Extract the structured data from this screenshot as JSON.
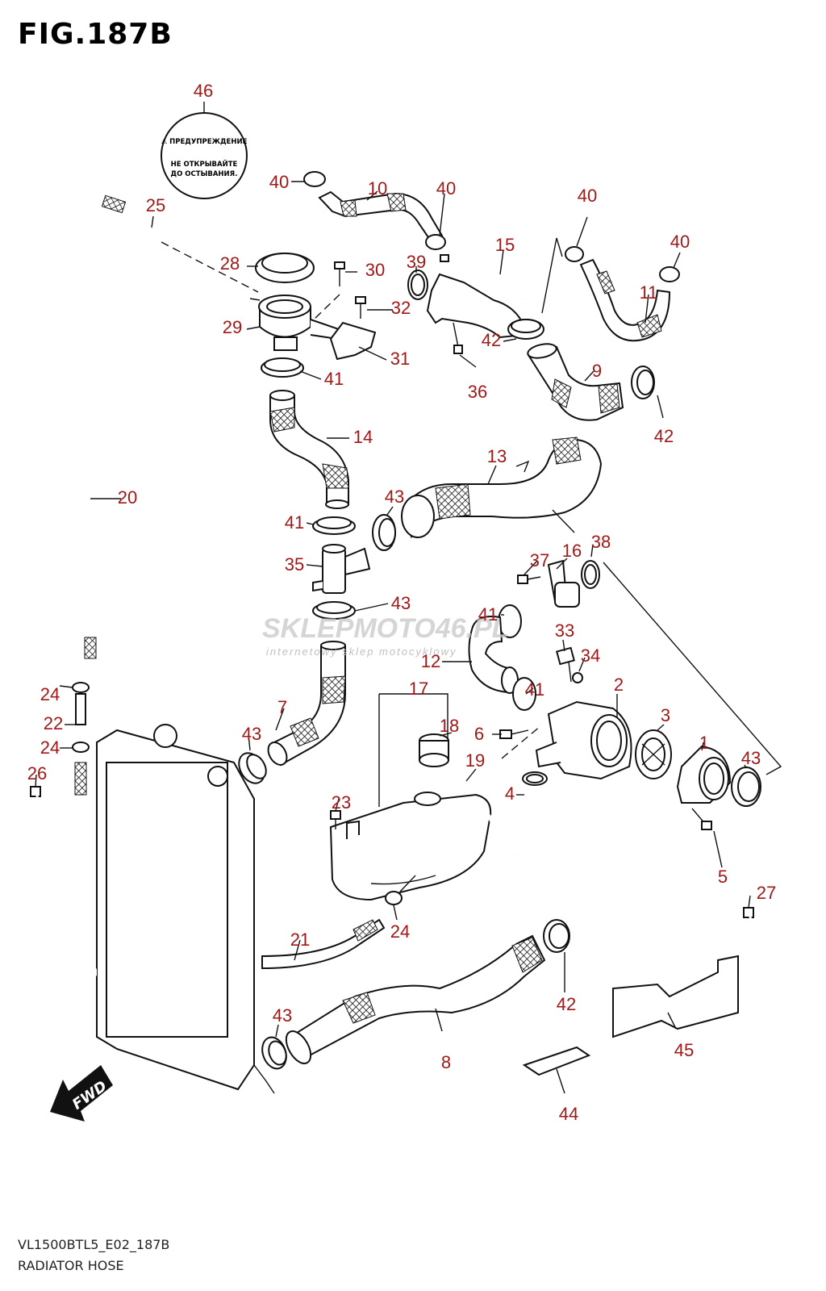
{
  "figure": {
    "title": "FIG.187B",
    "code": "VL1500BTL5_E02_187B",
    "name": "RADIATOR HOSE"
  },
  "warning_label": {
    "line1": "⚠ ПРЕДУПРЕЖДЕНИЕ",
    "line2": "НЕ ОТКРЫВАЙТЕ",
    "line3": "ДО ОСТЫВАНИЯ."
  },
  "watermark": {
    "brand": "SKLEPMOTO46.PL",
    "tagline": "internetowy sklep motocyklowy"
  },
  "fwd_label": "FWD",
  "part_labels": [
    "46",
    "25",
    "28",
    "30",
    "29",
    "32",
    "31",
    "41",
    "14",
    "20",
    "40",
    "10",
    "40",
    "39",
    "15",
    "42",
    "36",
    "40",
    "11",
    "40",
    "9",
    "42",
    "13",
    "43",
    "41",
    "35",
    "43",
    "38",
    "16",
    "37",
    "41",
    "33",
    "34",
    "12",
    "41",
    "17",
    "18",
    "6",
    "19",
    "2",
    "3",
    "1",
    "43",
    "4",
    "23",
    "5",
    "7",
    "43",
    "24",
    "22",
    "24",
    "26",
    "21",
    "24",
    "27",
    "42",
    "43",
    "8",
    "45",
    "44"
  ],
  "colors": {
    "label": "#a01818",
    "line": "#111111",
    "watermark": "#c8c8c8",
    "watermark_accent": "#e08080"
  }
}
